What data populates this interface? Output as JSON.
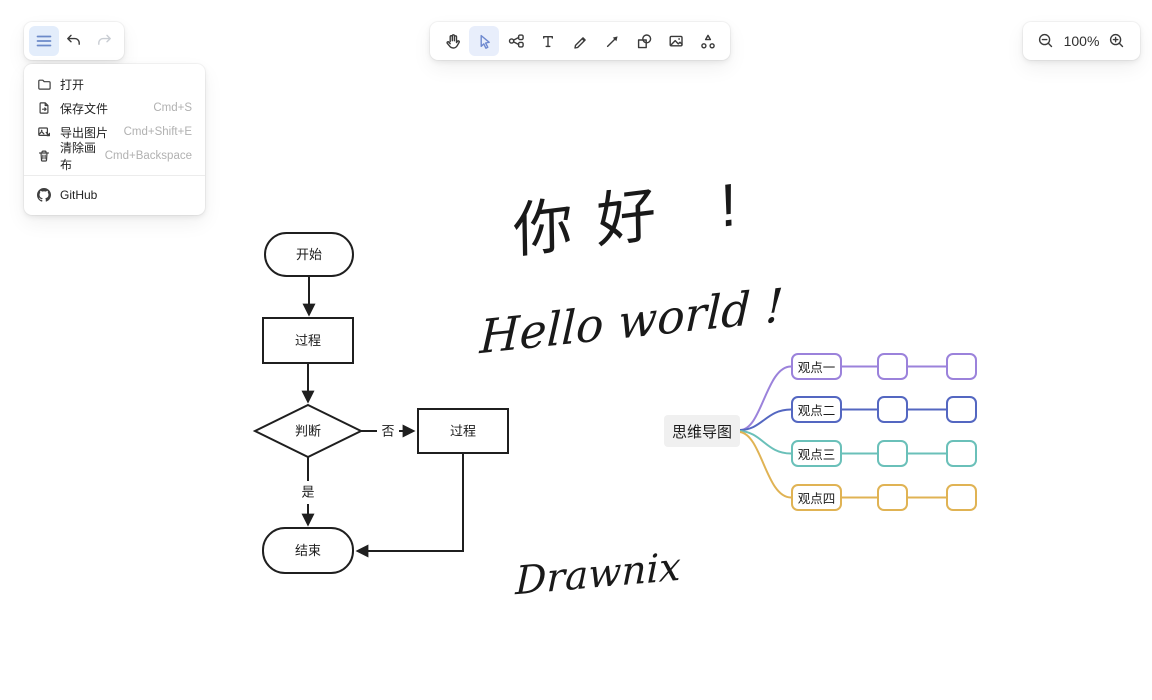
{
  "left_toolbar": {
    "buttons": [
      {
        "name": "app-menu",
        "icon": "hamburger-icon"
      },
      {
        "name": "undo",
        "icon": "undo-icon"
      },
      {
        "name": "redo",
        "icon": "redo-icon",
        "disabled": true
      }
    ]
  },
  "menu": {
    "items": [
      {
        "icon": "folder-icon",
        "label": "打开",
        "shortcut": ""
      },
      {
        "icon": "save-file-icon",
        "label": "保存文件",
        "shortcut": "Cmd+S"
      },
      {
        "icon": "export-image-icon",
        "label": "导出图片",
        "shortcut": "Cmd+Shift+E"
      },
      {
        "icon": "trash-icon",
        "label": "清除画布",
        "shortcut": "Cmd+Backspace"
      },
      {
        "icon": "github-icon",
        "label": "GitHub",
        "shortcut": ""
      }
    ]
  },
  "toolbar": {
    "active_tool": "selection",
    "tools": [
      "hand",
      "selection",
      "connection",
      "text",
      "pencil",
      "arrow",
      "shapes",
      "image",
      "mind-map"
    ]
  },
  "zoom": {
    "level": "100%",
    "out_icon": "zoom-out-icon",
    "in_icon": "zoom-in-icon"
  },
  "flowchart": {
    "start": "开始",
    "process1": "过程",
    "decision": "判断",
    "no": "否",
    "process2": "过程",
    "yes": "是",
    "end": "结束"
  },
  "handwriting": {
    "chinese": "你好 !",
    "english": "Hello world !",
    "signature": "Drawnix"
  },
  "mindmap": {
    "root": "思维导图",
    "branches": [
      {
        "label": "观点一",
        "color": "#9b82db"
      },
      {
        "label": "观点二",
        "color": "#5467c1"
      },
      {
        "label": "观点三",
        "color": "#6ac0b9"
      },
      {
        "label": "观点四",
        "color": "#e0b354"
      }
    ]
  },
  "colors": {
    "canvas": "#ffffff",
    "flowchart_stroke": "#1f1f1f",
    "active_tool_bg": "#e8eefb",
    "active_tool_icon": "#6e89cf",
    "menu_button_bg": "#e3edfb",
    "root_node_bg": "#f0f0f0"
  }
}
